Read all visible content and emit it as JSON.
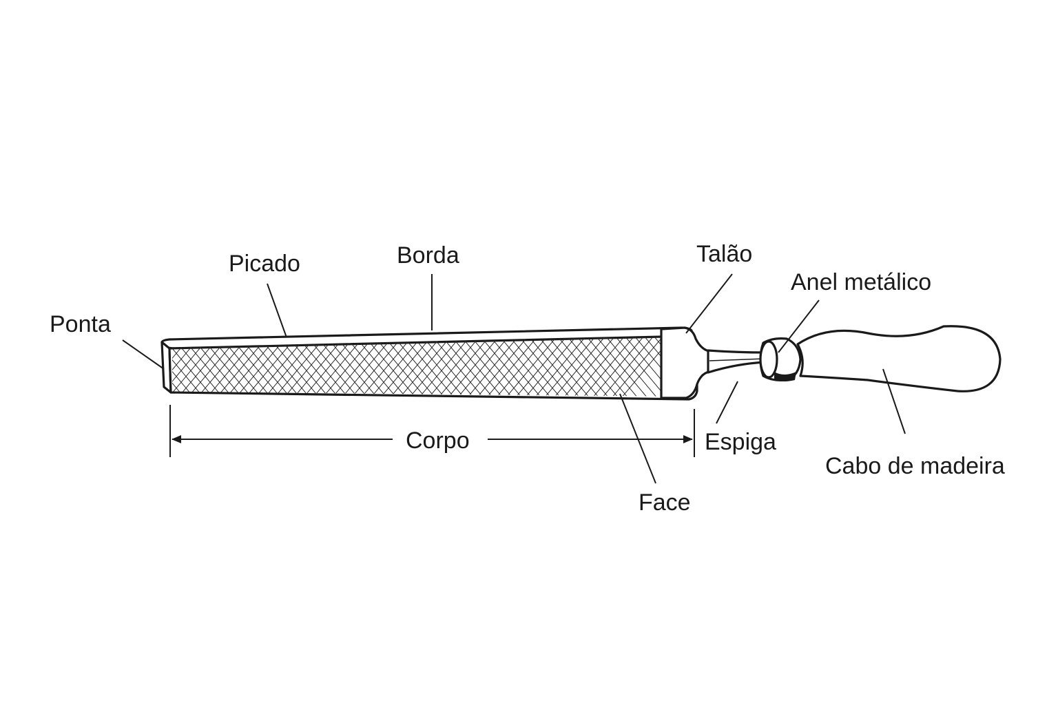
{
  "labels": {
    "ponta": "Ponta",
    "picado": "Picado",
    "borda": "Borda",
    "talao": "Talão",
    "anel": "Anel metálico",
    "espiga": "Espiga",
    "cabo": "Cabo de madeira",
    "face": "Face",
    "corpo": "Corpo"
  },
  "colors": {
    "ink": "#1a1a1a",
    "background": "#ffffff"
  }
}
